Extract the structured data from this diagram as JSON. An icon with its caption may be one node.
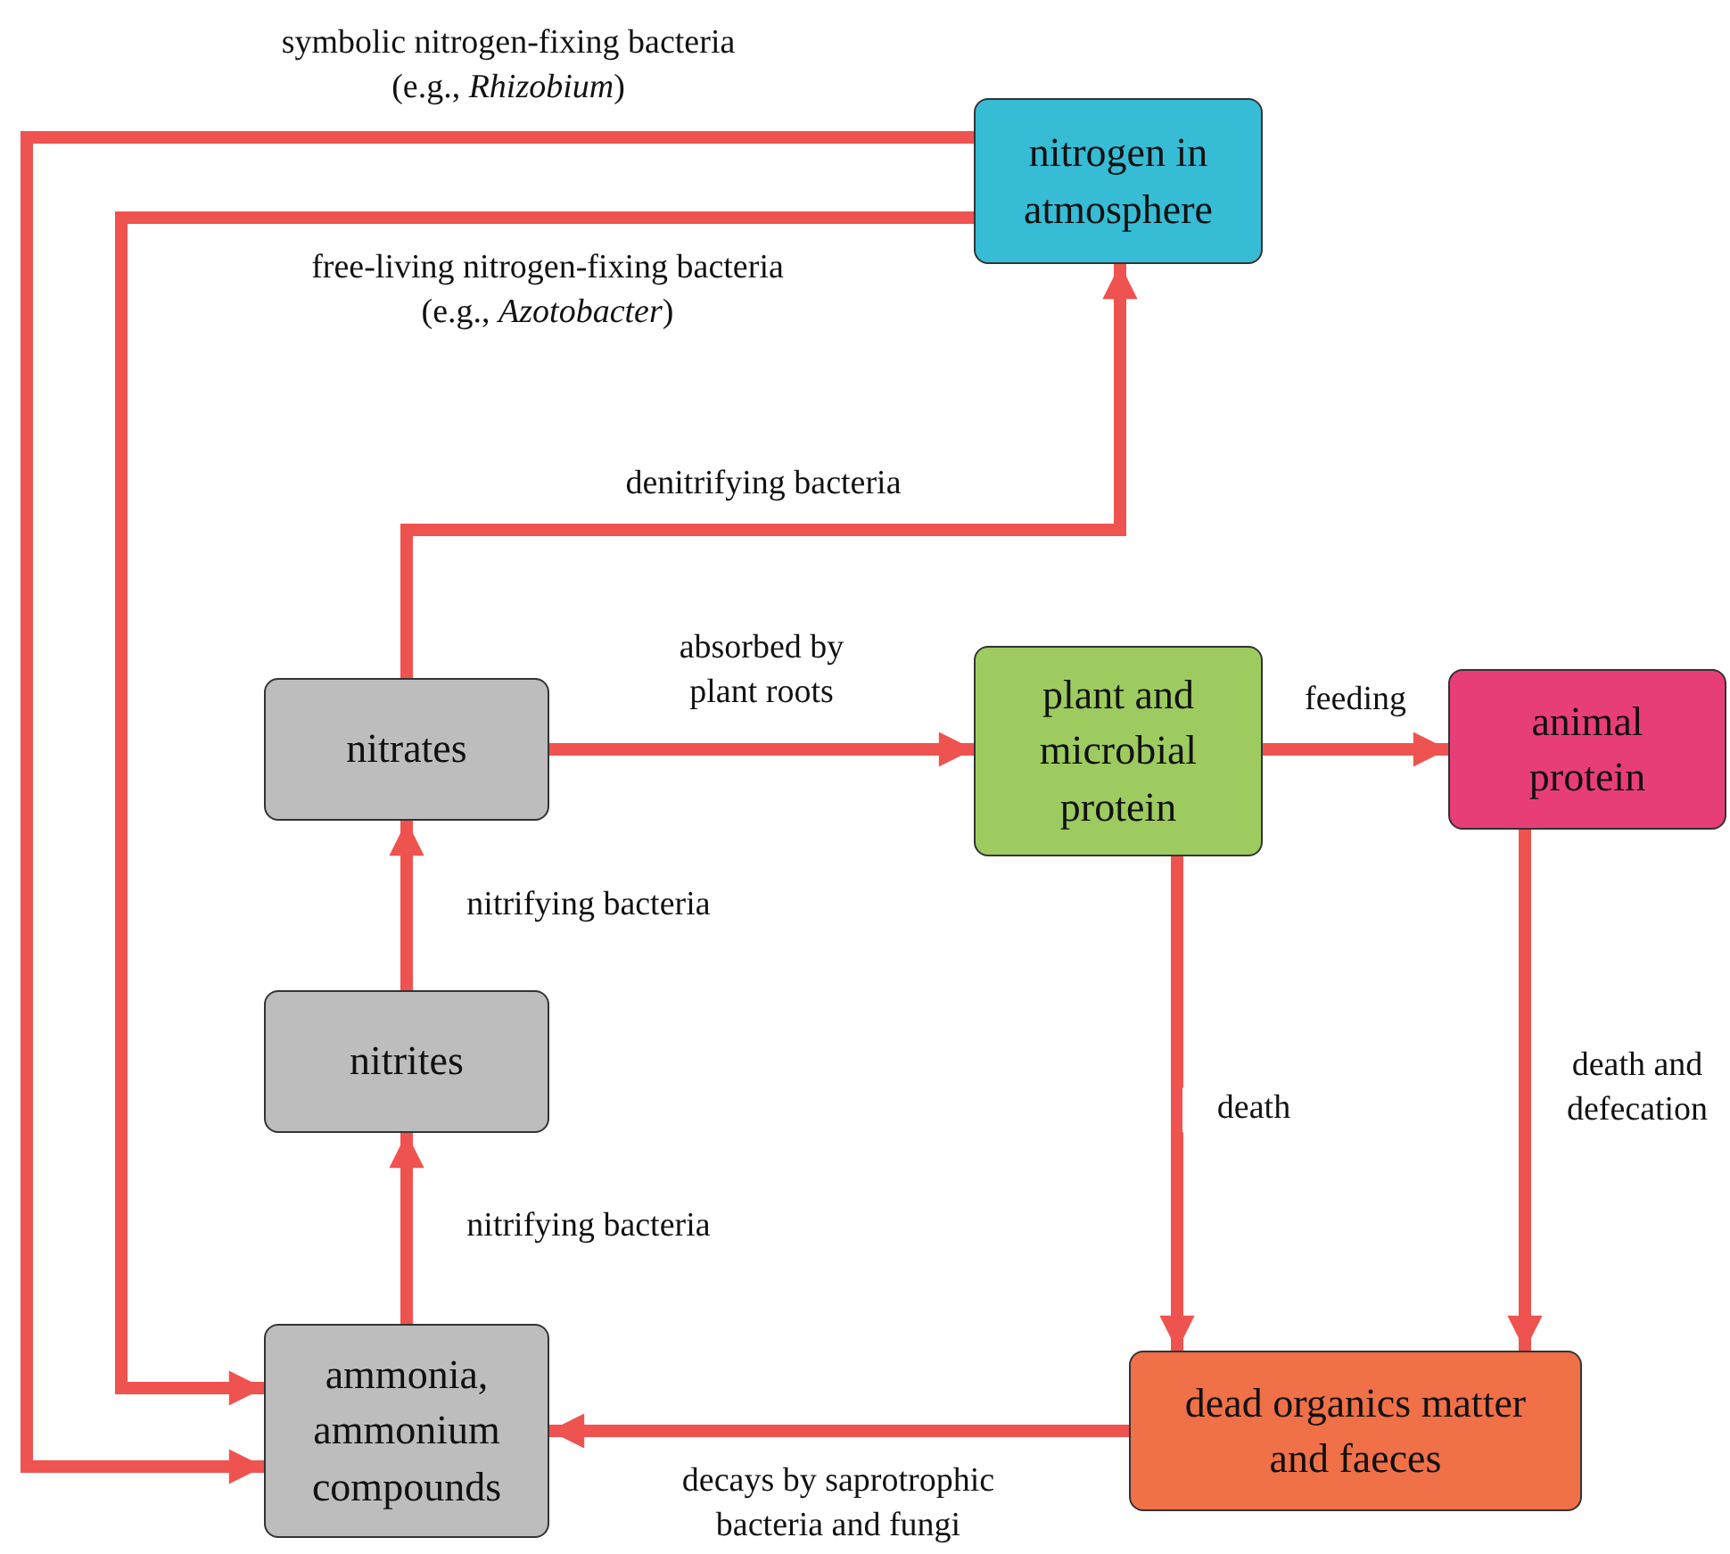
{
  "diagram": {
    "nodes": [
      {
        "text": [
          "nitrogen in atmosphere"
        ]
      },
      {
        "text": [
          "nitrates"
        ]
      },
      {
        "text": [
          "plant and microbial protein"
        ]
      },
      {
        "text": [
          "animal protein"
        ]
      },
      {
        "text": [
          "nitrites"
        ]
      },
      {
        "text": [
          "ammonia, ammonium compounds"
        ]
      },
      {
        "text": [
          "dead organics matter and faeces"
        ]
      }
    ],
    "edges": [
      {
        "from": 0,
        "to": 5,
        "arrow": "to",
        "label": "symbolic nitrogen-fixing bacteria (e.g., *Rhizobium*)"
      },
      {
        "from": 0,
        "to": 5,
        "arrow": "to",
        "label": "free-living nitrogen-fixing bacteria (e.g., *Azotobacter*)"
      },
      {
        "from": 1,
        "to": 0,
        "arrow": "to",
        "label": "denitrifying bacteria"
      },
      {
        "from": 1,
        "to": 2,
        "arrow": "to",
        "label": "absorbed by plant roots"
      },
      {
        "from": 2,
        "to": 3,
        "arrow": "to",
        "label": "feeding"
      },
      {
        "from": 2,
        "to": 6,
        "arrow": "to",
        "label": "death"
      },
      {
        "from": 3,
        "to": 6,
        "arrow": "to",
        "label": "death and defecation"
      },
      {
        "from": 6,
        "to": 5,
        "arrow": "to",
        "label": "decays by saprotrophic bacteria and fungi"
      },
      {
        "from": 4,
        "to": 1,
        "arrow": "to",
        "label": "nitrifying bacteria"
      },
      {
        "from": 5,
        "to": 4,
        "arrow": "to",
        "label": "nitrifying bacteria"
      }
    ]
  }
}
